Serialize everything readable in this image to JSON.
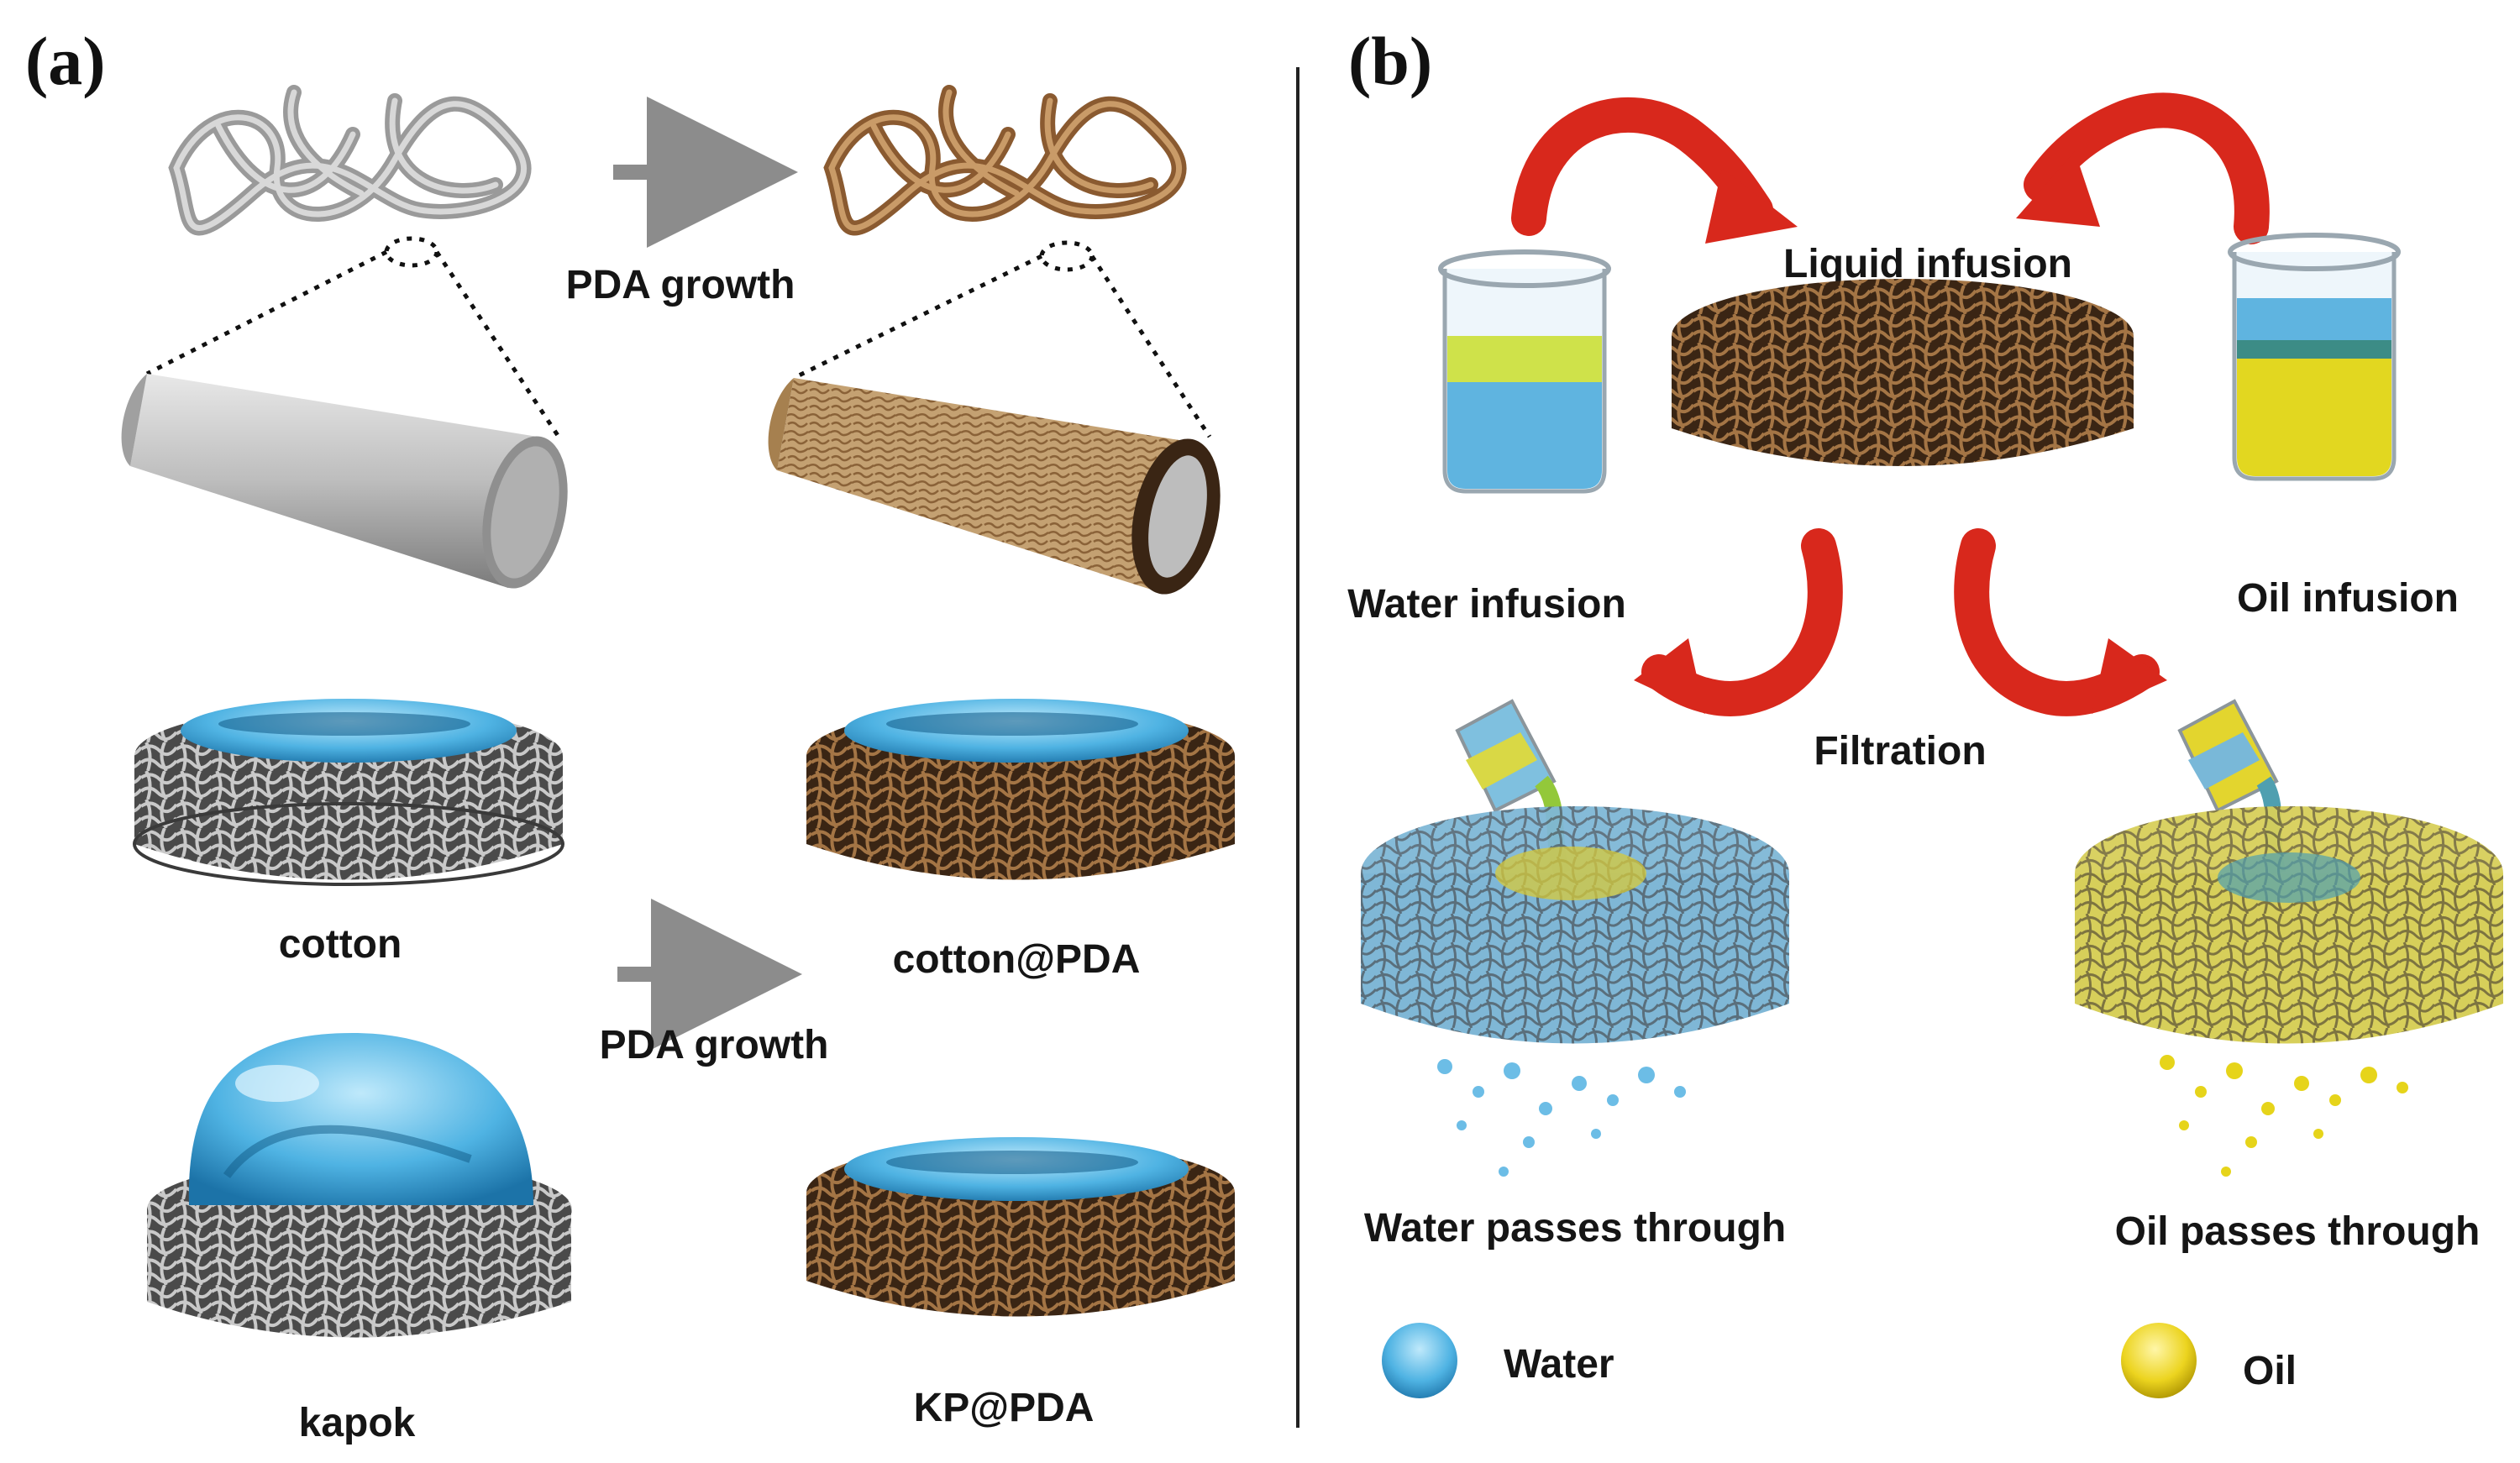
{
  "panel_a": {
    "letter": "(a)",
    "arrow_label_top": "PDA growth",
    "arrow_label_bottom": "PDA growth",
    "cotton": "cotton",
    "cotton_pda": "cotton@PDA",
    "kapok": "kapok",
    "kp_pda": "KP@PDA"
  },
  "panel_b": {
    "letter": "(b)",
    "liquid_infusion": "Liquid infusion",
    "water_infusion": "Water infusion",
    "oil_infusion": "Oil infusion",
    "filtration": "Filtration",
    "water_passes": "Water passes through",
    "oil_passes": "Oil passes through",
    "legend_water": "Water",
    "legend_oil": "Oil"
  },
  "colors": {
    "water": "#4aa8dc",
    "oil": "#e0d21e",
    "pda_brown": "#9c6a3c",
    "raw_fiber": "#9a9a9a",
    "curved_arrow": "#d8281c",
    "straight_arrow": "#8c8c8c"
  }
}
